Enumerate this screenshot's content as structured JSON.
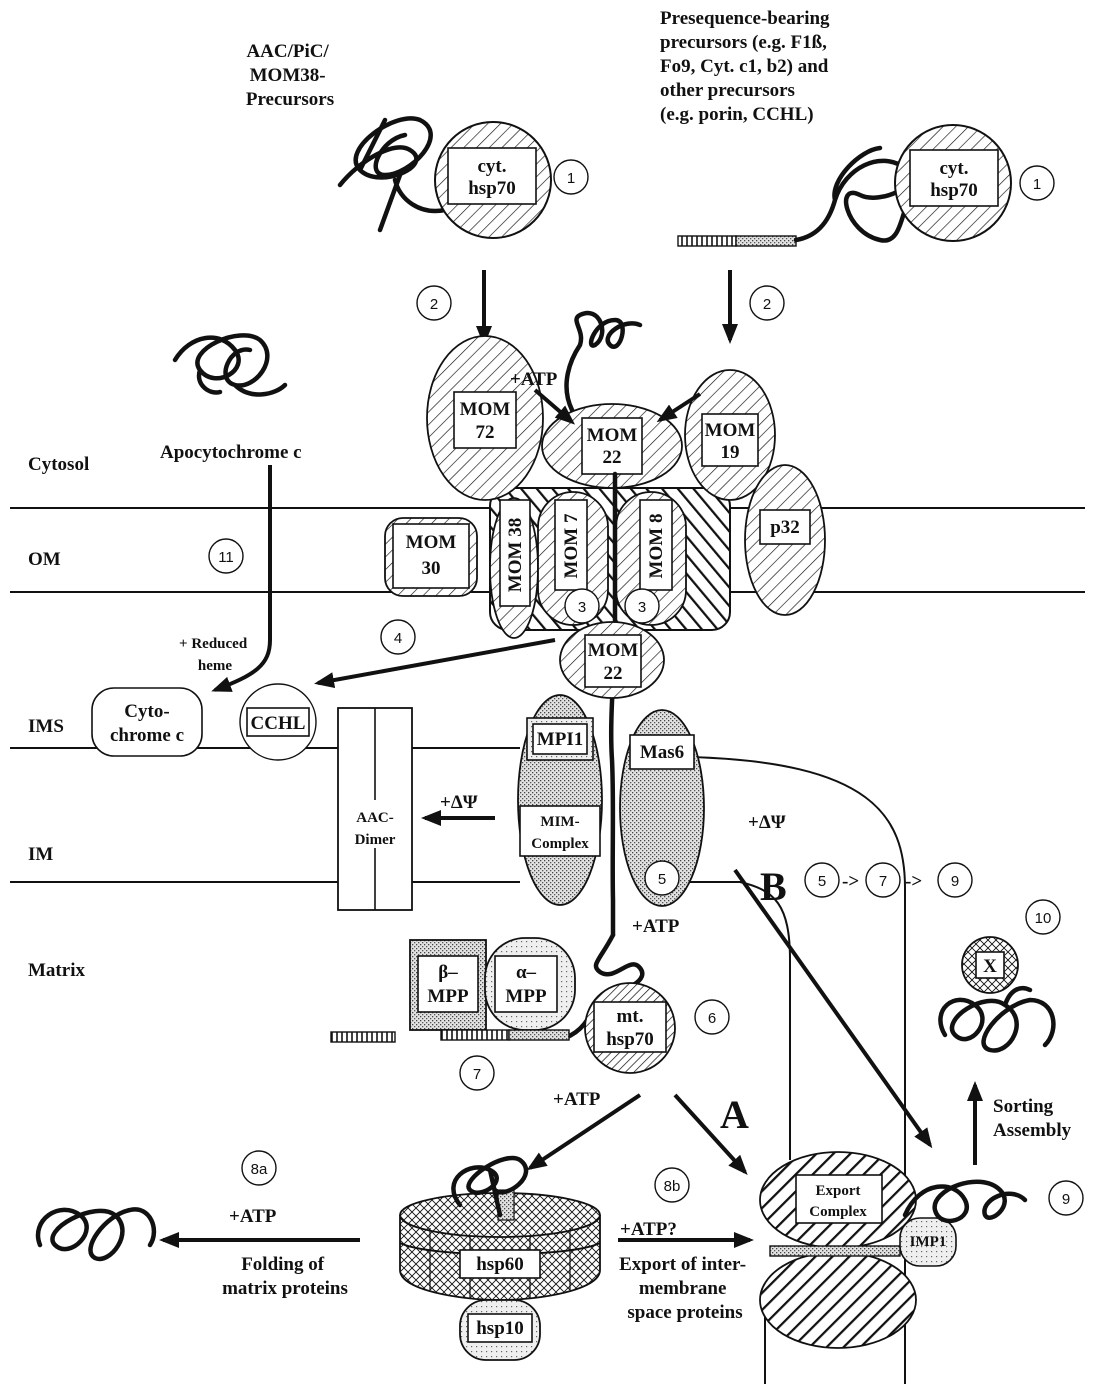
{
  "precursors_left": {
    "lines": [
      "AAC/PiC/",
      "MOM38-",
      "Precursors"
    ]
  },
  "precursors_right": {
    "lines": [
      "Presequence-bearing",
      "precursors (e.g. F1ß,",
      "Fo9, Cyt. c1, b2) and",
      "other precursors",
      "(e.g. porin, CCHL)"
    ]
  },
  "compartments": {
    "cytosol": "Cytosol",
    "om": "OM",
    "ims": "IMS",
    "im": "IM",
    "matrix": "Matrix"
  },
  "proteins": {
    "cyt_hsp70": [
      "cyt.",
      "hsp70"
    ],
    "mom72": [
      "MOM",
      "72"
    ],
    "mom22": [
      "MOM",
      "22"
    ],
    "mom19": [
      "MOM",
      "19"
    ],
    "mom30": [
      "MOM",
      "30"
    ],
    "mom38": "MOM 38",
    "mom7": "MOM 7",
    "mom8": "MOM 8",
    "p32": "p32",
    "apocytochrome": "Apocytochrome c",
    "reduced_heme": [
      "+ Reduced",
      "heme"
    ],
    "cytochrome_c": [
      "Cyto-",
      "chrome c"
    ],
    "cchl": "CCHL",
    "aac_dimer": [
      "AAC-",
      "Dimer"
    ],
    "mpi1": "MPI1",
    "mim_complex": [
      "MIM-",
      "Complex"
    ],
    "mas6": "Mas6",
    "beta_mpp": [
      "β–",
      "MPP"
    ],
    "alpha_mpp": [
      "α–",
      "MPP"
    ],
    "mt_hsp70": [
      "mt.",
      "hsp70"
    ],
    "hsp60": "hsp60",
    "hsp10": "hsp10",
    "export_complex": [
      "Export",
      "Complex"
    ],
    "imp1": "IMP1",
    "x": "X"
  },
  "energy": {
    "atp": "+ATP",
    "atp_q": "+ATP?",
    "delta_psi": "+ΔΨ"
  },
  "steps": [
    "1",
    "2",
    "3",
    "4",
    "5",
    "6",
    "7",
    "8a",
    "8b",
    "9",
    "10",
    "11"
  ],
  "route_b": {
    "letter": "B",
    "sequence": [
      "5",
      "7",
      "9"
    ],
    "arrow": "->"
  },
  "route_a": {
    "letter": "A"
  },
  "captions": {
    "folding": [
      "Folding of",
      "matrix proteins"
    ],
    "export": [
      "Export of inter-",
      "membrane",
      "space proteins"
    ],
    "sorting": [
      "Sorting",
      "Assembly"
    ]
  }
}
